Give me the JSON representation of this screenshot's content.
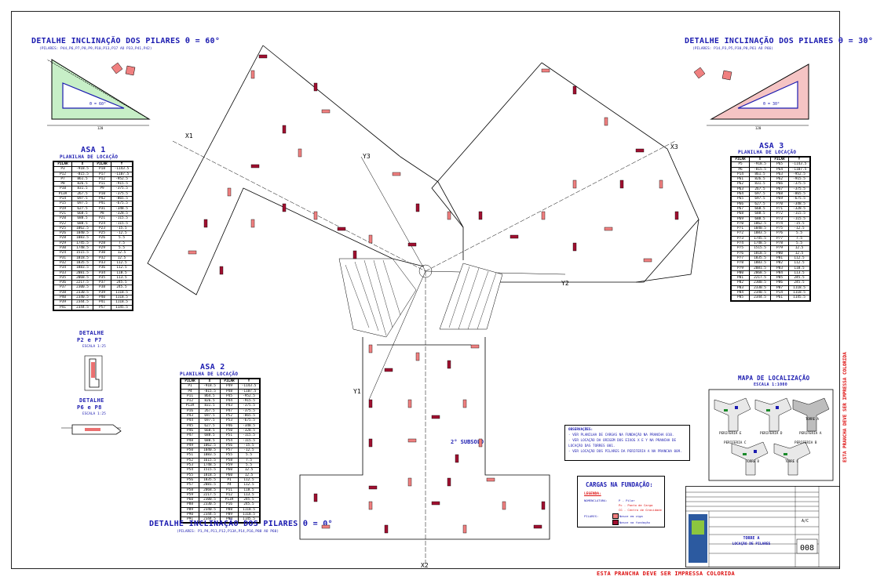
{
  "sheet": {
    "footer_warning": "ESTA PRANCHA DEVE SER IMPRESSA COLORIDA",
    "side_warning": "ESTA PRANCHA DEVE SER IMPRESSA COLORIDA",
    "sheet_number": "008",
    "drawing_title": "TORRE A",
    "drawing_subtitle": "LOCAÇÃO DE PILARES",
    "cargo": "A/C"
  },
  "detail_60": {
    "title": "DETALHE INCLINAÇÃO DOS PILARES θ = 60°",
    "pilares": "(PILARES: P44,P6,P7,P8,P9,P10,P13,P17 AO P33,P41,P42)",
    "angle": "θ = 60°",
    "dim": "120"
  },
  "detail_30": {
    "title": "DETALHE INCLINAÇÃO DOS PILARES θ = 30°",
    "pilares": "(PILARES: P14,P3,P5,P38,P8,P61 AO P66)",
    "angle": "θ = 30°",
    "dim": "120"
  },
  "detail_0": {
    "title": "DETALHE INCLINAÇÃO DOS PILARES θ = 0°",
    "pilares": "(PILARES: P1,P4,P11,P12,P13A,P14,P16,P88 AO P60)"
  },
  "asa1": {
    "title": "ASA 1",
    "subtitle": "PLANILHA DE LOCAÇÃO",
    "headers": [
      "PILAR",
      "X",
      "PILAR",
      "Y"
    ],
    "rows": [
      [
        "P3",
        "-918.5",
        "P18",
        "-1143.5"
      ],
      [
        "P12",
        "-815.5",
        "P17",
        "-1107.5"
      ],
      [
        "P7",
        "861.5",
        "P12",
        "-952.5"
      ],
      [
        "P8",
        "826.5",
        "P11",
        "-915.5"
      ],
      [
        "P10",
        "831.5",
        "P9",
        "-375.5"
      ],
      [
        "P13A",
        "267.5",
        "P10",
        "-375.5"
      ],
      [
        "P14",
        "697.5",
        "P42",
        "-865.5"
      ],
      [
        "P15",
        "697.5",
        "P41",
        "-675.5"
      ],
      [
        "P19",
        "627.5",
        "P31",
        "-348.5"
      ],
      [
        "P21",
        "668.5",
        "P8",
        "-328.5"
      ],
      [
        "P20",
        "688.5",
        "P21",
        "-115.5"
      ],
      [
        "P22",
        "688.5",
        "P24",
        "-115.5"
      ],
      [
        "P25",
        "1062.5",
        "P23",
        "-15.5"
      ],
      [
        "P26",
        "1040.5",
        "P25",
        "-12.5"
      ],
      [
        "P28",
        "1083.5",
        "P26",
        "5.5"
      ],
      [
        "P29",
        "1745.5",
        "P28",
        "7.5"
      ],
      [
        "P30",
        "1748.5",
        "P29",
        "5.5"
      ],
      [
        "P24",
        "1515.5",
        "P30",
        "12.5"
      ],
      [
        "P31",
        "1818.5",
        "P32",
        "12.5"
      ],
      [
        "P32",
        "1835.5",
        "P33",
        "112.5"
      ],
      [
        "P34",
        "1883.5",
        "P36",
        "112.5"
      ],
      [
        "P33",
        "2081.5",
        "P34",
        "118.5"
      ],
      [
        "P35",
        "2068.5",
        "P35",
        "113.5"
      ],
      [
        "P36",
        "2217.5",
        "P37",
        "245.5"
      ],
      [
        "P37",
        "2300.5",
        "P38",
        "245.5"
      ],
      [
        "P38",
        "2330.5",
        "P39",
        "1118.5"
      ],
      [
        "P40",
        "2340.5",
        "P40",
        "1118.5"
      ],
      [
        "P39",
        "2344.5",
        "P41",
        "1118.5"
      ],
      [
        "P41",
        "2344.5",
        "P57",
        "1145.5"
      ]
    ]
  },
  "asa2": {
    "title": "ASA 2",
    "subtitle": "PLANILHA DE LOCAÇÃO",
    "headers": [
      "PILAR",
      "X",
      "PILAR",
      "Y"
    ],
    "rows": [
      [
        "P1",
        "-918.5",
        "P49",
        "-1143.5"
      ],
      [
        "P4",
        "-815.5",
        "P48",
        "-1107.5"
      ],
      [
        "P11",
        "864.5",
        "P45",
        "-952.5"
      ],
      [
        "P12",
        "826.5",
        "P44",
        "-915.5"
      ],
      [
        "P13A",
        "831.5",
        "P43",
        "-375.5"
      ],
      [
        "P16",
        "267.5",
        "P47",
        "-375.5"
      ],
      [
        "P43",
        "697.5",
        "P52",
        "-865.5"
      ],
      [
        "P44",
        "697.5",
        "P53",
        "-675.5"
      ],
      [
        "P45",
        "627.5",
        "P46",
        "-348.5"
      ],
      [
        "P46",
        "668.5",
        "P50",
        "-328.5"
      ],
      [
        "P47",
        "688.5",
        "P51",
        "-115.5"
      ],
      [
        "P48",
        "688.5",
        "P54",
        "-115.5"
      ],
      [
        "P49",
        "1062.5",
        "P56",
        "-15.5"
      ],
      [
        "P50",
        "1040.5",
        "P57",
        "-12.5"
      ],
      [
        "P51",
        "1083.5",
        "P55",
        "5.5"
      ],
      [
        "P52",
        "1615.5",
        "P58",
        "7.5"
      ],
      [
        "P53",
        "1748.5",
        "P59",
        "5.5"
      ],
      [
        "P54",
        "1515.5",
        "P60",
        "12.5"
      ],
      [
        "P55",
        "1818.5",
        "P60",
        "12.5"
      ],
      [
        "P56",
        "1835.5",
        "P1",
        "112.5"
      ],
      [
        "P57",
        "2081.5",
        "P4",
        "112.5"
      ],
      [
        "P58",
        "2068.5",
        "P11",
        "118.5"
      ],
      [
        "P59",
        "2217.5",
        "P12",
        "113.5"
      ],
      [
        "P60",
        "2300.5",
        "P13A",
        "245.5"
      ],
      [
        "P88",
        "2330.5",
        "P16",
        "245.5"
      ],
      [
        "P89",
        "2340.5",
        "P88",
        "1118.5"
      ],
      [
        "P90",
        "2344.5",
        "P89",
        "1118.5"
      ],
      [
        "P91",
        "2344.5",
        "P90",
        "1145.5"
      ]
    ]
  },
  "asa3": {
    "title": "ASA 3",
    "subtitle": "PLANILHA DE LOCAÇÃO",
    "headers": [
      "PILAR",
      "X",
      "PILAR",
      "Y"
    ],
    "rows": [
      [
        "P5",
        "-918.5",
        "P65",
        "-1143.5"
      ],
      [
        "P6",
        "-815.5",
        "P64",
        "-1107.5"
      ],
      [
        "P14",
        "861.5",
        "P63",
        "-952.5"
      ],
      [
        "P61",
        "826.5",
        "P62",
        "-915.5"
      ],
      [
        "P62",
        "831.5",
        "P66",
        "-375.5"
      ],
      [
        "P63",
        "267.5",
        "P67",
        "-375.5"
      ],
      [
        "P64",
        "697.5",
        "P68",
        "-865.5"
      ],
      [
        "P65",
        "697.5",
        "P69",
        "-675.5"
      ],
      [
        "P66",
        "627.5",
        "P70",
        "-348.5"
      ],
      [
        "P67",
        "668.5",
        "P71",
        "-328.5"
      ],
      [
        "P68",
        "688.5",
        "P72",
        "-115.5"
      ],
      [
        "P69",
        "688.5",
        "P73",
        "-115.5"
      ],
      [
        "P70",
        "1062.5",
        "P74",
        "-15.5"
      ],
      [
        "P71",
        "1040.5",
        "P75",
        "-12.5"
      ],
      [
        "P72",
        "1083.5",
        "P76",
        "5.5"
      ],
      [
        "P73",
        "1745.5",
        "P77",
        "7.5"
      ],
      [
        "P74",
        "1748.5",
        "P78",
        "5.5"
      ],
      [
        "P75",
        "1515.5",
        "P79",
        "12.5"
      ],
      [
        "P76",
        "1818.5",
        "P80",
        "12.5"
      ],
      [
        "P77",
        "1835.5",
        "P81",
        "112.5"
      ],
      [
        "P78",
        "1883.5",
        "P82",
        "112.5"
      ],
      [
        "P79",
        "2081.5",
        "P83",
        "118.5"
      ],
      [
        "P80",
        "2068.5",
        "P84",
        "113.5"
      ],
      [
        "P81",
        "2217.5",
        "P85",
        "245.5"
      ],
      [
        "P82",
        "2300.5",
        "P86",
        "245.5"
      ],
      [
        "P83",
        "2330.5",
        "P87",
        "1118.5"
      ],
      [
        "P84",
        "2340.5",
        "P14",
        "1118.5"
      ],
      [
        "P85",
        "2344.5",
        "P61",
        "1145.5"
      ]
    ]
  },
  "detail_p2p7": {
    "title": "DETALHE",
    "subtitle": "P2 e P7",
    "scale": "ESCALA 1:25"
  },
  "detail_p6p8": {
    "title": "DETALHE",
    "subtitle": "P6 e P8",
    "scale": "ESCALA 1:25"
  },
  "plan": {
    "axis_x1": "X1",
    "axis_y1": "Y1",
    "axis_x3": "X3",
    "axis_y3": "Y3",
    "axis_x2": "X2",
    "axis_y2": "Y2",
    "subsolo_label": "2° SUBSOLO"
  },
  "observacoes": {
    "title": "OBSERVAÇÕES:",
    "lines": [
      "- VER PLANILHA DE CARGAS NA FUNDAÇÃO NA PRANCHA 010.",
      "- VER LOCAÇÃO DA ORIGEM DOS EIXOS X E Y NA PRANCHA DE",
      "  LOCAÇÃO DAS TORRES 001.",
      "- VER LOCAÇÃO DOS PILARES DA PERIFERIA A NA PRANCHA 009."
    ]
  },
  "cargas": {
    "title": "CARGAS NA FUNDAÇÃO:",
    "legend_title": "LEGENDA:",
    "nomenclatura": "NOMENCLATURA:",
    "p_pilar": "P - Pilar",
    "pc": "Pc - Ponto de Carga",
    "cg": "CG - Centro de Gravidade",
    "pilares": "PILARES:",
    "nasce_viga": "Nasce em viga",
    "nasce_fundacao": "Nasce na fundação"
  },
  "mapa": {
    "title": "MAPA DE LOCALIZAÇÃO",
    "scale": "ESCALA 1:1000",
    "labels": [
      "PERIFERIA E",
      "PERIFERIA D",
      "PERIFERIA A",
      "PERIFERIA C",
      "PERIFERIA B",
      "TORRE A",
      "TORRE B",
      "TORRE C"
    ]
  },
  "colors": {
    "blue": "#1b1bb0",
    "red": "#d11111",
    "magenta": "#cc1166",
    "green": "#c7efc7",
    "pink": "#f5c4c4",
    "ink": "#000000"
  }
}
